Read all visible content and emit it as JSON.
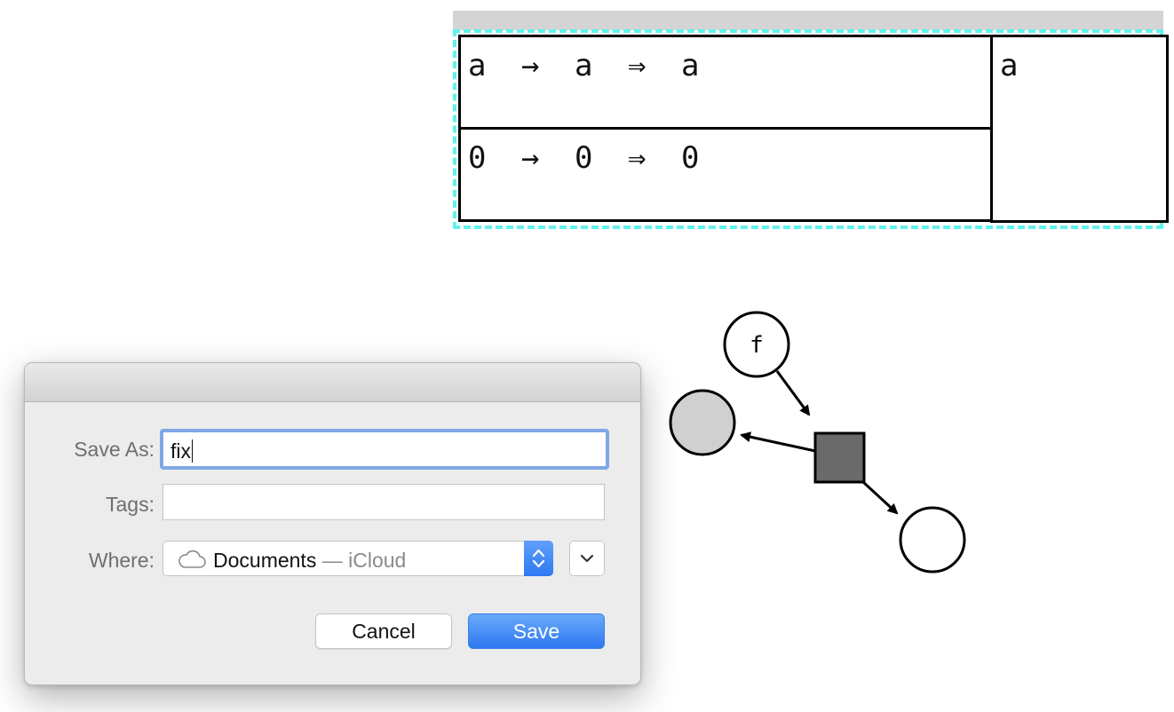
{
  "rule_table": {
    "rows": [
      {
        "lhs": "a",
        "arrow": "→",
        "mid": "a",
        "double_arrow": "⇒",
        "rhs": "a"
      },
      {
        "lhs": "0",
        "arrow": "→",
        "mid": "0",
        "double_arrow": "⇒",
        "rhs": "0"
      }
    ],
    "side_cell": "a",
    "highlight_color": "#5ff3ec"
  },
  "graph": {
    "top_node_label": "f",
    "colors": {
      "left_node_fill": "#d0d0d0",
      "square_fill": "#6a6a6a",
      "stroke": "#000000"
    }
  },
  "dialog": {
    "save_as_label": "Save As:",
    "save_as_value": "fix",
    "tags_label": "Tags:",
    "tags_value": "",
    "where_label": "Where:",
    "where_location": "Documents",
    "where_separator": " — ",
    "where_service": "iCloud",
    "cloud_icon": "cloud-icon",
    "cancel_label": "Cancel",
    "save_label": "Save",
    "accent_color": "#2e78f2"
  }
}
